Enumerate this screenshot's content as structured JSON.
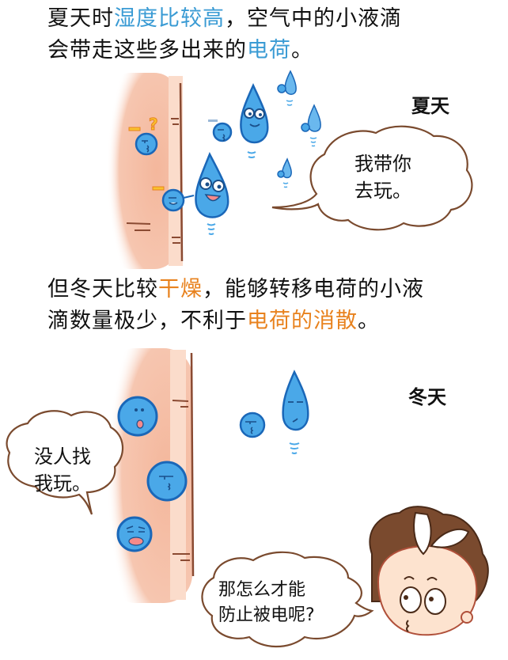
{
  "panel_summer": {
    "caption": {
      "line1": [
        {
          "text": "夏天时",
          "style": "normal"
        },
        {
          "text": "湿度比较高",
          "style": "blue"
        },
        {
          "text": "，空气中的小液滴",
          "style": "normal"
        }
      ],
      "line2": [
        {
          "text": "会带走这些多出来的",
          "style": "normal"
        },
        {
          "text": "电荷",
          "style": "blue"
        },
        {
          "text": "。",
          "style": "normal"
        }
      ]
    },
    "season_label": "夏天",
    "bubble": {
      "line1": "我带你",
      "line2": "去玩。"
    },
    "question_mark": "?",
    "charge_sign": "−"
  },
  "panel_winter": {
    "caption": {
      "line1": [
        {
          "text": "但冬天比较",
          "style": "normal"
        },
        {
          "text": "干燥",
          "style": "orange"
        },
        {
          "text": "，能够转移电荷的小液",
          "style": "normal"
        }
      ],
      "line2": [
        {
          "text": "滴数量极少，不利于",
          "style": "normal"
        },
        {
          "text": "电荷的消散",
          "style": "orange"
        },
        {
          "text": "。",
          "style": "normal"
        }
      ]
    },
    "season_label": "冬天",
    "bubble": {
      "line1": "没人找",
      "line2": "我玩。"
    }
  },
  "boy": {
    "bubble": {
      "line1": "那怎么才能",
      "line2": "防止被电呢?"
    }
  },
  "colors": {
    "highlight_blue": "#3a9bd4",
    "highlight_orange": "#e8821e",
    "wall": "#f5c4ad",
    "wall_edge": "#8a4a32",
    "droplet": "#4aa8e8",
    "droplet_outline": "#1a67b8",
    "hair": "#7a4a2e",
    "skin": "#fde3cf"
  }
}
